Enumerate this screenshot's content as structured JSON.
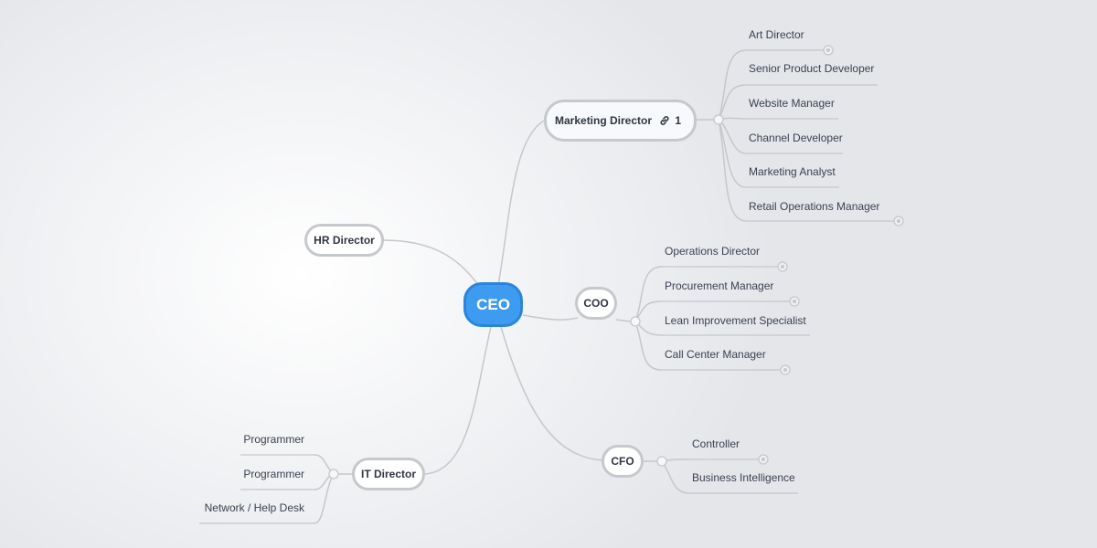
{
  "root": {
    "label": "CEO"
  },
  "branches": {
    "marketing": {
      "label": "Marketing Director",
      "link_count": "1",
      "link_icon": "link-icon",
      "children": [
        "Art Director",
        "Senior Product Developer",
        "Website Manager",
        "Channel Developer",
        "Marketing Analyst",
        "Retail Operations Manager"
      ]
    },
    "hr": {
      "label": "HR Director"
    },
    "coo": {
      "label": "COO",
      "children": [
        "Operations Director",
        "Procurement Manager",
        "Lean Improvement Specialist",
        "Call Center Manager"
      ]
    },
    "cfo": {
      "label": "CFO",
      "children": [
        "Controller",
        "Business Intelligence"
      ]
    },
    "it": {
      "label": "IT Director",
      "children": [
        "Programmer",
        "Programmer",
        "Network / Help Desk"
      ]
    }
  },
  "colors": {
    "root_fill": "#3d9bf0",
    "node_border": "#c6c8cc",
    "connector": "#c5c7cb",
    "text": "#2f3542"
  }
}
